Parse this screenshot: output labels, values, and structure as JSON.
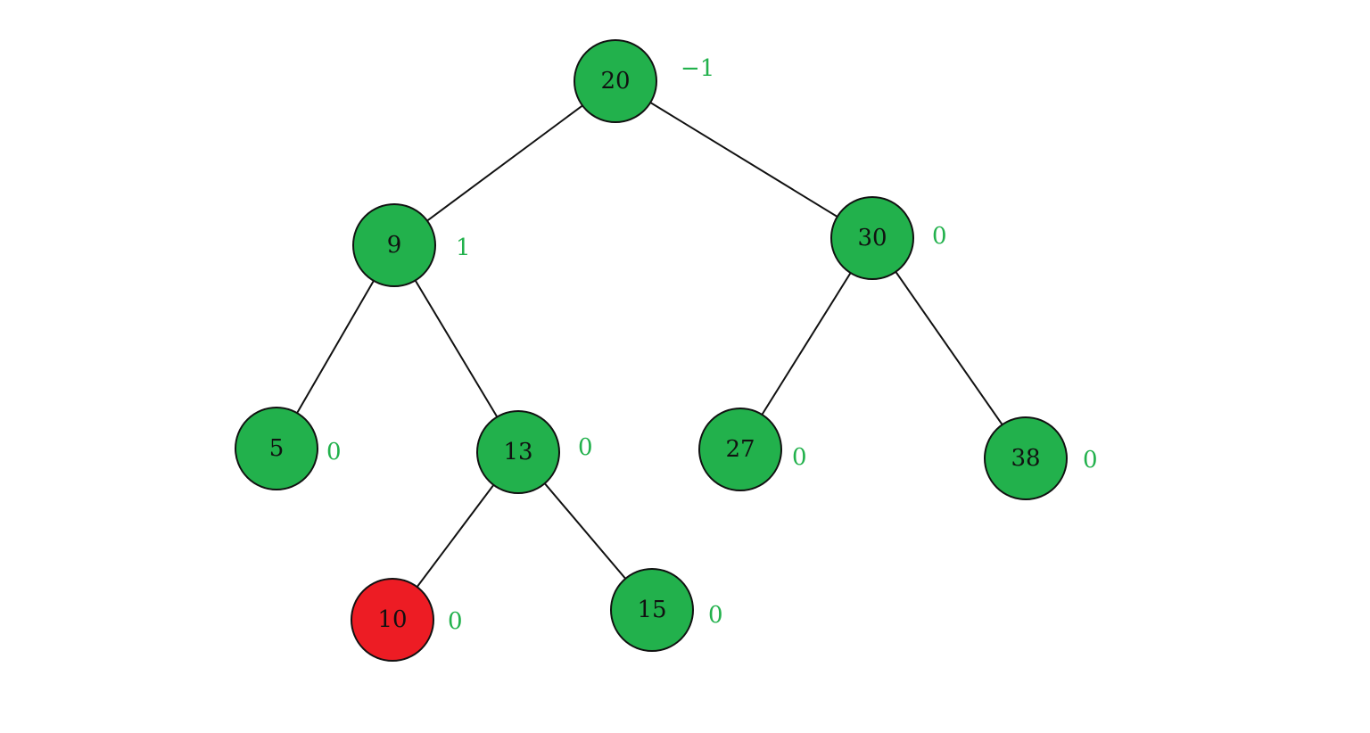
{
  "colors": {
    "node_fill": "#22b14c",
    "highlight_fill": "#ed1c24",
    "balance_text": "#22b14c",
    "edge": "#111111"
  },
  "nodes": [
    {
      "id": "n20",
      "key": "20",
      "balance": "−1",
      "highlight": false
    },
    {
      "id": "n9",
      "key": "9",
      "balance": "1",
      "highlight": false
    },
    {
      "id": "n30",
      "key": "30",
      "balance": "0",
      "highlight": false
    },
    {
      "id": "n5",
      "key": "5",
      "balance": "0",
      "highlight": false
    },
    {
      "id": "n13",
      "key": "13",
      "balance": "0",
      "highlight": false
    },
    {
      "id": "n27",
      "key": "27",
      "balance": "0",
      "highlight": false
    },
    {
      "id": "n38",
      "key": "38",
      "balance": "0",
      "highlight": false
    },
    {
      "id": "n10",
      "key": "10",
      "balance": "0",
      "highlight": true
    },
    {
      "id": "n15",
      "key": "15",
      "balance": "0",
      "highlight": false
    }
  ],
  "edges": [
    {
      "from": "n20",
      "to": "n9"
    },
    {
      "from": "n20",
      "to": "n30"
    },
    {
      "from": "n9",
      "to": "n5"
    },
    {
      "from": "n9",
      "to": "n13"
    },
    {
      "from": "n30",
      "to": "n27"
    },
    {
      "from": "n30",
      "to": "n38"
    },
    {
      "from": "n13",
      "to": "n10"
    },
    {
      "from": "n13",
      "to": "n15"
    }
  ]
}
